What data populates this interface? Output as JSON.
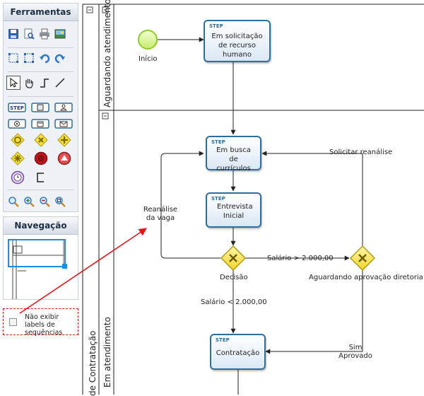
{
  "panels": {
    "tools_title": "Ferramentas",
    "nav_title": "Navegação"
  },
  "tools": [
    "save-icon",
    "preview-icon",
    "print-icon",
    "image-icon",
    "select-all-icon",
    "group-icon",
    "undo-icon",
    "redo-icon",
    "pointer-icon",
    "hand-icon",
    "elbow-connector-icon",
    "line-connector-icon",
    "step-task-icon",
    "script-task-icon",
    "user-task-icon",
    "service-task-icon",
    "manual-task-icon",
    "message-task-icon",
    "gateway-inclusive-icon",
    "gateway-exclusive-icon",
    "gateway-parallel-icon",
    "gateway-complex-icon",
    "end-event-icon",
    "error-event-icon",
    "timer-event-icon",
    "annotation-icon",
    "zoom-icon",
    "zoom-in-icon",
    "zoom-out-icon",
    "zoom-fit-icon"
  ],
  "options": {
    "hide_sequence_labels": "Não exibir labels de sequências",
    "hide_sequence_labels_checked": false
  },
  "pool": {
    "name": "de Contratação"
  },
  "lanes": {
    "waiting": "Aguardando atendimento",
    "attending": "Em atendimento",
    "collapse_symbol": "⊟"
  },
  "diagram": {
    "start_event": "Início",
    "task_tag": "STEP",
    "tasks": {
      "request": "Em solicitação de recurso humano",
      "search": "Em busca de currículos",
      "interview": "Entrevista Inicial",
      "hire": "Contratação"
    },
    "gateways": {
      "decision": "Decisão",
      "approval": "Aguardando aprovação diretoria"
    },
    "flows": {
      "salary_high": "Salário > 2.000,00",
      "salary_low": "Salário < 2.000,00",
      "reanalysis_request": "Solicitar reanálise",
      "reanalysis_vacancy": "Reanálise da vaga",
      "approved": "Sim Aprovado"
    }
  },
  "colors": {
    "task_border": "#2e6e9a",
    "start_event": "#8fcb2a",
    "gateway": "#f3e03a",
    "annotation_red": "#e0161b",
    "nav_viewport": "#1c8fe3"
  }
}
